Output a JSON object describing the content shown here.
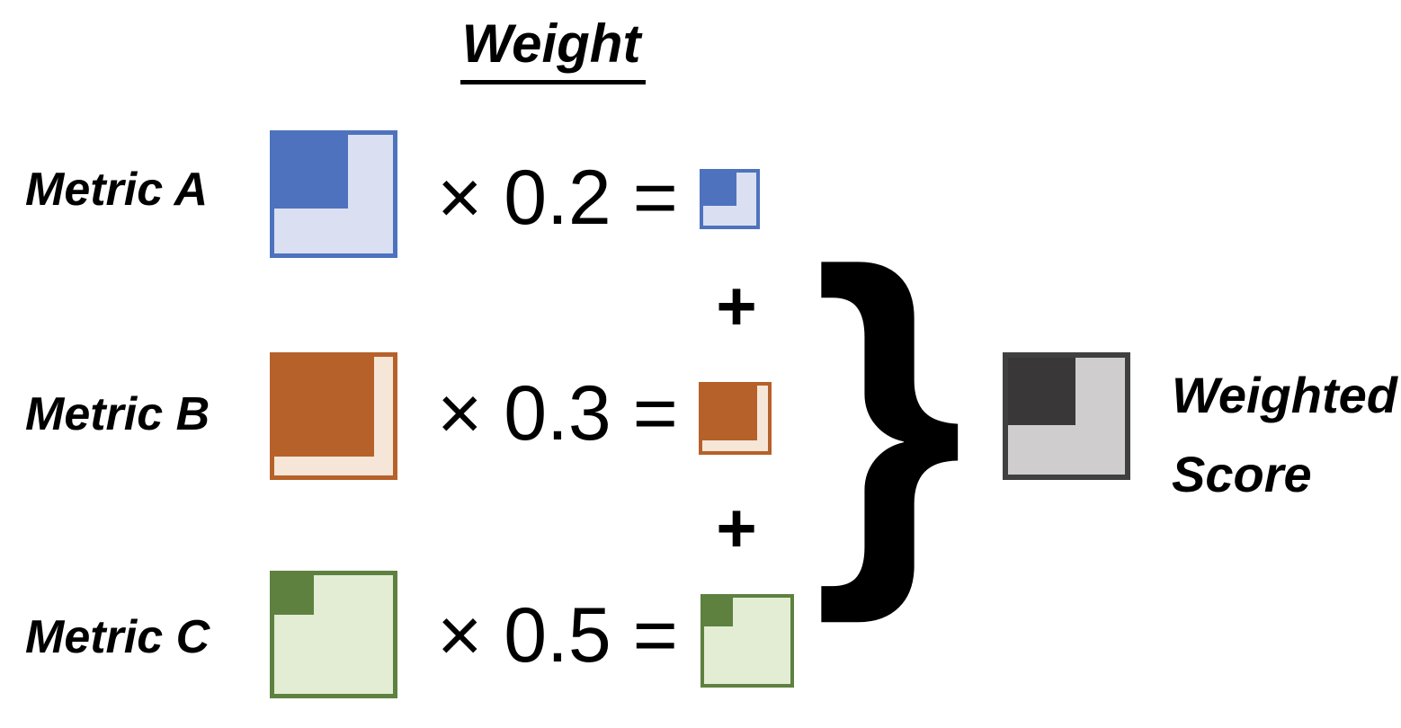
{
  "title": "Weight",
  "metrics": [
    {
      "name": "Metric A",
      "equation": "× 0.2 =",
      "weight": "0.2",
      "value_fraction_depicted": 0.62,
      "fill": "62%",
      "result_size": "67px",
      "colors": {
        "dark": "#4E72BE",
        "light": "#DAE0F1"
      }
    },
    {
      "name": "Metric B",
      "equation": "× 0.3 =",
      "weight": "0.3",
      "value_fraction_depicted": 0.84,
      "fill": "84%",
      "result_size": "81px",
      "colors": {
        "dark": "#B6612A",
        "light": "#F5E6D8"
      }
    },
    {
      "name": "Metric C",
      "equation": "× 0.5 =",
      "weight": "0.5",
      "value_fraction_depicted": 0.33,
      "fill": "33%",
      "result_size": "104px",
      "colors": {
        "dark": "#5E8140",
        "light": "#E2EDD4"
      }
    }
  ],
  "plus_sign": "+",
  "brace": "}",
  "result": {
    "label_lines": [
      "Weighted",
      "Score"
    ],
    "value_fraction_depicted": 0.58,
    "fill": "58%",
    "colors": {
      "dark": "#393737",
      "light": "#CFCDCD",
      "border": "#404040"
    }
  }
}
